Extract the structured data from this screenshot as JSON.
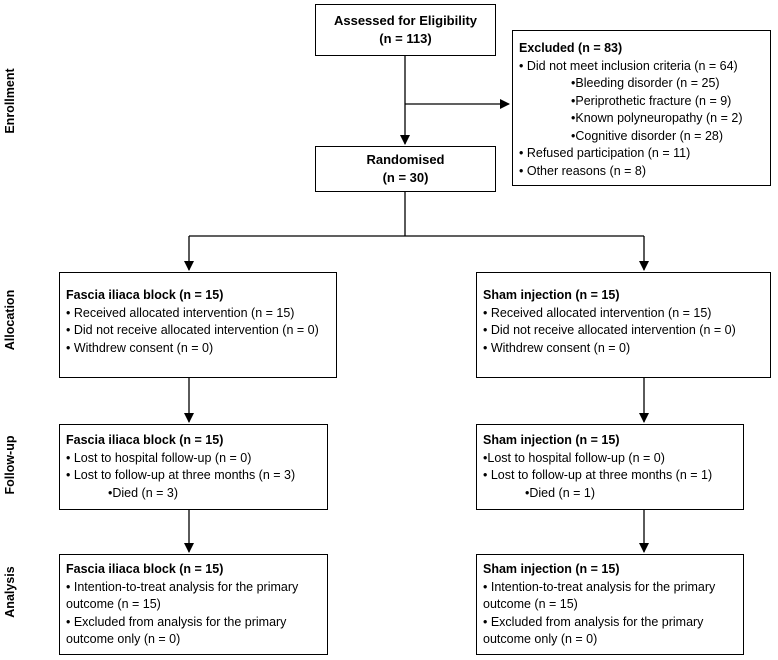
{
  "stages": {
    "enrollment": "Enrollment",
    "allocation": "Allocation",
    "followup": "Follow-up",
    "analysis": "Analysis"
  },
  "assessed": {
    "line1": "Assessed for Eligibility",
    "line2": "(n = 113)"
  },
  "excluded": {
    "title": "Excluded (n = 83)",
    "lines": [
      "• Did not meet inclusion criteria (n = 64)",
      "•Bleeding disorder (n = 25)",
      "•Periprothetic fracture (n = 9)",
      "•Known polyneuropathy (n = 2)",
      "•Cognitive disorder (n = 28)",
      "• Refused participation (n = 11)",
      "• Other reasons (n = 8)"
    ]
  },
  "randomised": {
    "line1": "Randomised",
    "line2": "(n = 30)"
  },
  "left_alloc": {
    "title": "Fascia iliaca block (n = 15)",
    "lines": [
      "• Received allocated intervention  (n = 15)",
      "• Did not receive allocated intervention (n = 0)",
      "• Withdrew consent (n = 0)"
    ]
  },
  "right_alloc": {
    "title": "Sham injection (n = 15)",
    "lines": [
      "• Received allocated intervention  (n = 15)",
      "• Did not receive allocated intervention (n = 0)",
      "• Withdrew consent (n = 0)"
    ]
  },
  "left_follow": {
    "title": "Fascia iliaca block (n = 15)",
    "lines": [
      "• Lost to hospital follow-up  (n = 0)",
      "• Lost to follow-up at three months (n = 3)",
      "•Died (n = 3)"
    ]
  },
  "right_follow": {
    "title": "Sham injection (n = 15)",
    "lines": [
      "•Lost to hospital follow-up  (n = 0)",
      "• Lost to follow-up at three months (n = 1)",
      "•Died (n = 1)"
    ]
  },
  "left_analysis": {
    "title": "Fascia iliaca block (n = 15)",
    "lines": [
      "• Intention-to-treat analysis for the primary",
      "outcome (n = 15)",
      "• Excluded from analysis for the primary",
      "outcome only (n = 0)"
    ]
  },
  "right_analysis": {
    "title": "Sham injection (n = 15)",
    "lines": [
      "• Intention-to-treat analysis for the primary",
      "outcome (n = 15)",
      "• Excluded from analysis for the primary",
      "outcome only (n = 0)"
    ]
  }
}
